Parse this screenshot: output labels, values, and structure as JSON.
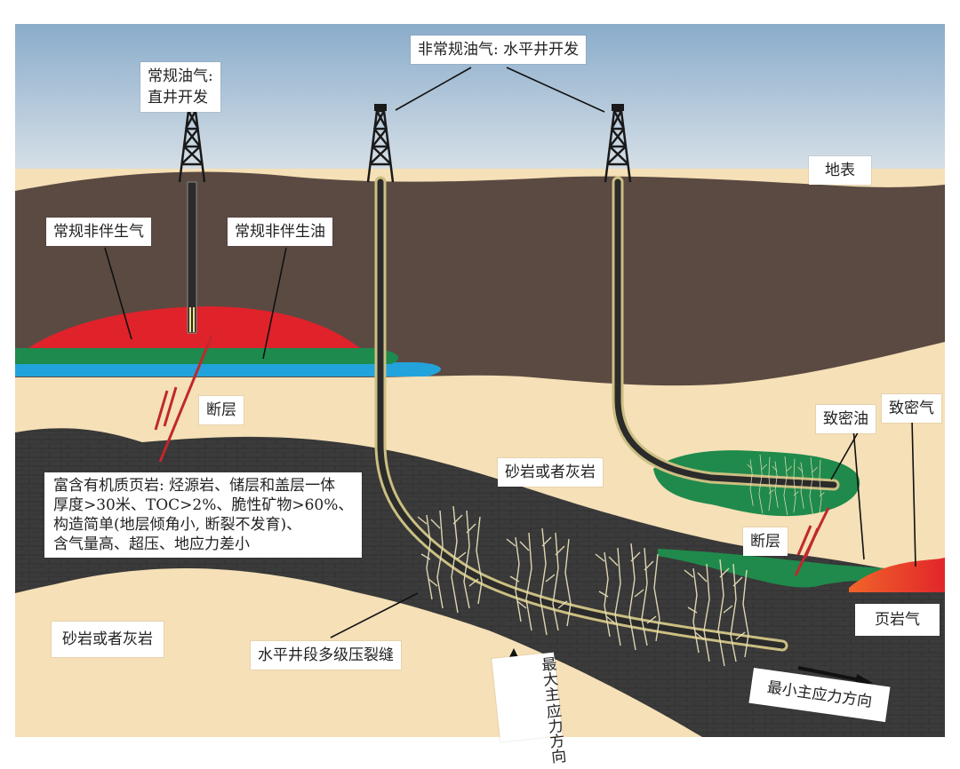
{
  "labels": {
    "conventional_title": [
      "常规油气:",
      "直井开发"
    ],
    "unconventional_title": "非常规油气: 水平井开发",
    "surface": "地表",
    "conv_gas": "常规非伴生气",
    "conv_oil": "常规非伴生油",
    "fault_left": "断层",
    "shale_note": [
      "富含有机质页岩: 烃源岩、储层和盖层一体",
      "厚度>30米、TOC>2%、脆性矿物>60%、",
      "构造简单(地层倾角小, 断裂不发育)、",
      "含气量高、超压、地应力差小"
    ],
    "sandstone_upper": "砂岩或者灰岩",
    "tight_oil": "致密油",
    "tight_gas": "致密气",
    "fault_right": "断层",
    "shale_gas": "页岩气",
    "sandstone_lower": "砂岩或者灰岩",
    "frac_label": "水平井段多级压裂缝",
    "max_stress": [
      "最大主",
      "应力方向"
    ],
    "min_stress": "最小主应力方向"
  },
  "colors": {
    "sky_top": "#8fb1cf",
    "sky_bottom": "#e3e6e6",
    "earth": "#5b4a43",
    "sand": "#f4dfb6",
    "shale": "#3a3a3a",
    "gas_red": "#e0212a",
    "oil_green": "#1f8a4c",
    "water_blue": "#23a3dc",
    "casing_yellow": "#f2e08a"
  }
}
